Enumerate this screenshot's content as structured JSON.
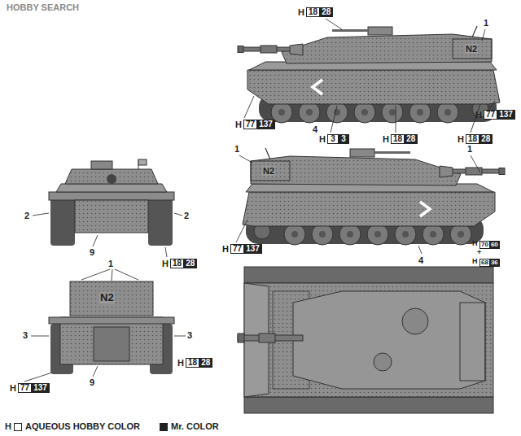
{
  "diagram": {
    "nodes": [
      {
        "text": [
          "18"
        ]
      },
      {
        "text": [
          "28"
        ]
      },
      {
        "text": [
          "77"
        ]
      },
      {
        "text": [
          "137"
        ]
      },
      {
        "text": [
          "77"
        ]
      },
      {
        "text": [
          "137"
        ]
      },
      {
        "text": [
          "3"
        ]
      },
      {
        "text": [
          "3"
        ]
      },
      {
        "text": [
          "18"
        ]
      },
      {
        "text": [
          "28"
        ]
      },
      {
        "text": [
          "18"
        ]
      },
      {
        "text": [
          "28"
        ]
      },
      {
        "text": [
          "77"
        ]
      },
      {
        "text": [
          "137"
        ]
      },
      {
        "text": [
          "70"
        ]
      },
      {
        "text": [
          "60"
        ]
      },
      {
        "text": [
          "68"
        ]
      },
      {
        "text": [
          "36"
        ]
      },
      {
        "text": [
          "18"
        ]
      },
      {
        "text": [
          "28"
        ]
      },
      {
        "text": [
          "18"
        ]
      },
      {
        "text": [
          "28"
        ]
      },
      {
        "text": [
          "77"
        ]
      },
      {
        "text": [
          "137"
        ]
      }
    ],
    "labels": [
      "HOBBY SEARCH",
      "H",
      "H",
      "H",
      "H",
      "H",
      "H",
      "H",
      "H",
      "H",
      "H",
      "H",
      "H",
      "1",
      "N2",
      "4",
      "1",
      "1",
      "N2",
      "4",
      "+",
      "2",
      "2",
      "9",
      "1",
      "N2",
      "3",
      "3",
      "9",
      "H"
    ],
    "legend": [
      {
        "text": "AQUEOUS HOBBY COLOR"
      },
      {
        "text": "Mr. COLOR",
        "color": "#222222"
      }
    ]
  }
}
